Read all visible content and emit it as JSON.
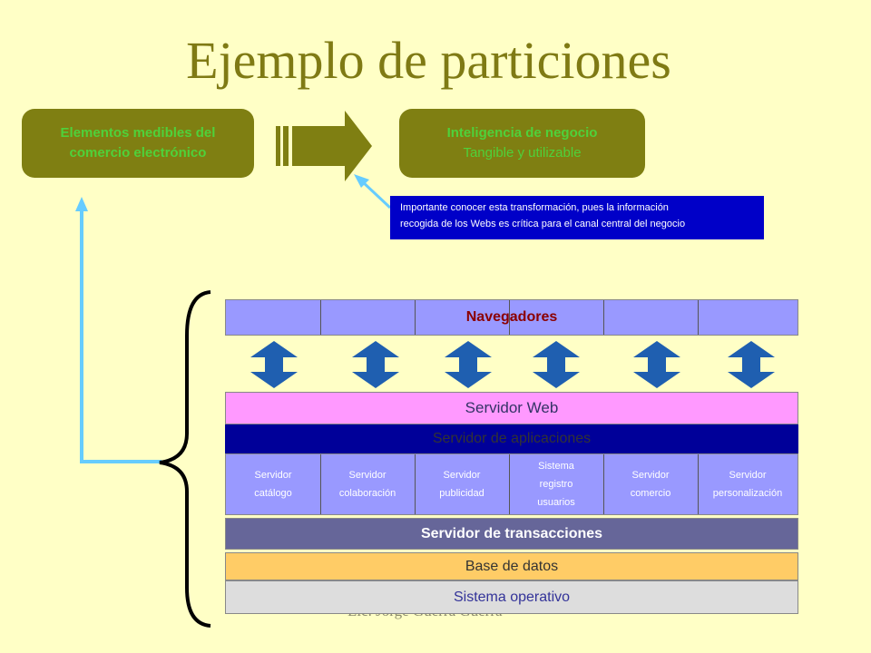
{
  "title": "Ejemplo de particiones",
  "box_left": {
    "line1": "Elementos medibles del",
    "line2": "comercio electrónico"
  },
  "box_right": {
    "line1": "Inteligencia de negocio",
    "line2": "Tangible y utilizable"
  },
  "note": {
    "line1": "Importante conocer esta transformación, pues la información",
    "line2": "recogida de los Webs es crítica para el canal central del negocio"
  },
  "layers": {
    "navegadores": "Navegadores",
    "servidor_web": "Servidor Web",
    "servidor_aplicaciones": "Servidor de aplicaciones",
    "servers": [
      {
        "line1": "Servidor",
        "line2": "catálogo"
      },
      {
        "line1": "Servidor",
        "line2": "colaboración"
      },
      {
        "line1": "Servidor",
        "line2": "publicidad"
      },
      {
        "line1": "Sistema",
        "line2": "registro",
        "line3": "usuarios"
      },
      {
        "line1": "Servidor",
        "line2": "comercio"
      },
      {
        "line1": "Servidor",
        "line2": "personalización"
      }
    ],
    "transacciones": "Servidor de transacciones",
    "base_datos": "Base de datos",
    "sistema_operativo": "Sistema operativo"
  },
  "footer": "Lic. Jorge Guerra Guerra",
  "colors": {
    "background": "#FFFFC6",
    "olive": "#7F7F12",
    "green_text": "#4FD13A",
    "note_blue": "#0000C8",
    "arrow_blue": "#1F5FB0",
    "connector": "#66CCFF"
  }
}
